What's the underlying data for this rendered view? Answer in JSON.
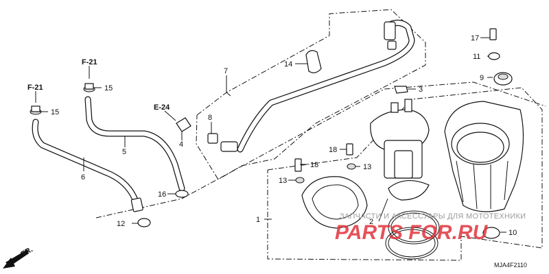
{
  "diagram": {
    "callouts": [
      {
        "id": "c1",
        "text": "1"
      },
      {
        "id": "c2",
        "text": "2"
      },
      {
        "id": "c3",
        "text": "3"
      },
      {
        "id": "c4",
        "text": "4"
      },
      {
        "id": "c5",
        "text": "5"
      },
      {
        "id": "c6",
        "text": "6"
      },
      {
        "id": "c7",
        "text": "7"
      },
      {
        "id": "c8",
        "text": "8"
      },
      {
        "id": "c9",
        "text": "9"
      },
      {
        "id": "c10",
        "text": "10"
      },
      {
        "id": "c11",
        "text": "11"
      },
      {
        "id": "c12",
        "text": "12"
      },
      {
        "id": "c13a",
        "text": "13"
      },
      {
        "id": "c13b",
        "text": "13"
      },
      {
        "id": "c14",
        "text": "14"
      },
      {
        "id": "c15a",
        "text": "15"
      },
      {
        "id": "c15b",
        "text": "15"
      },
      {
        "id": "c16",
        "text": "16"
      },
      {
        "id": "c17",
        "text": "17"
      },
      {
        "id": "c18a",
        "text": "18"
      },
      {
        "id": "c18b",
        "text": "18"
      }
    ],
    "refs": [
      {
        "id": "f21a",
        "text": "F-21"
      },
      {
        "id": "f21b",
        "text": "F-21"
      },
      {
        "id": "e24",
        "text": "E-24"
      }
    ],
    "front_label": "FR.",
    "diagram_code": "MJA4F2110",
    "watermark_line": "ЗАПЧАСТИ И АКСЕССУАРЫ ДЛЯ МОТОТЕХНИКИ",
    "watermark_logo": "PARTS FOR.RU"
  }
}
